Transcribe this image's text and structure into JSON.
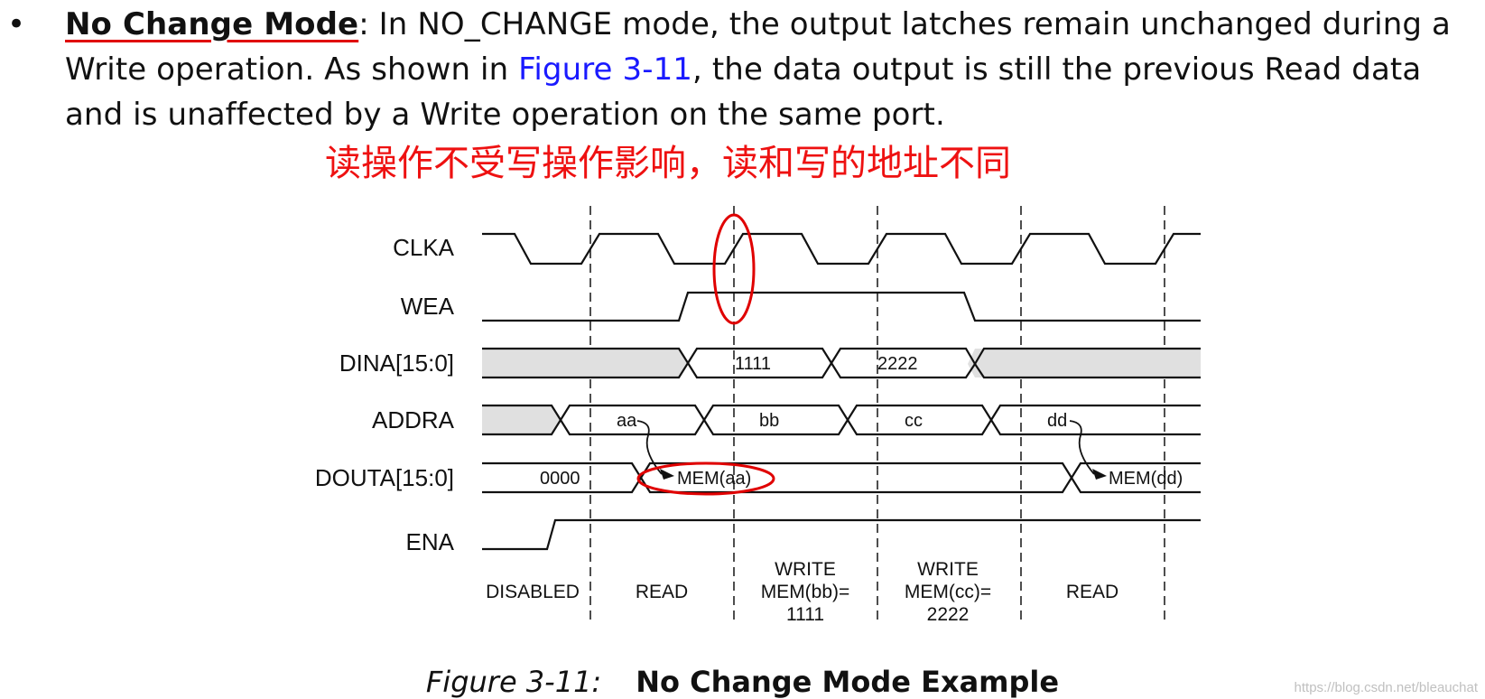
{
  "text": {
    "bullet": "•",
    "term": "No Change Mode",
    "sep": ": In NO_CHANGE mode, the output latches remain unchanged during a Write operation. As shown in ",
    "link": "Figure 3-11",
    "rest": ", the data output is still the previous Read data and is unaffected by a Write operation on the same port."
  },
  "annotation": "读操作不受写操作影响，读和写的地址不同",
  "diagram": {
    "signals": [
      "CLKA",
      "WEA",
      "DINA[15:0]",
      "ADDRA",
      "DOUTA[15:0]",
      "ENA"
    ],
    "dina_values": [
      "1111",
      "2222"
    ],
    "addra_values": [
      "aa",
      "bb",
      "cc",
      "dd"
    ],
    "douta_values": [
      "0000",
      "MEM(aa)",
      "MEM(dd)"
    ],
    "phases": [
      [
        "DISABLED"
      ],
      [
        "READ"
      ],
      [
        "WRITE",
        "MEM(bb)=",
        "1111"
      ],
      [
        "WRITE",
        "MEM(cc)=",
        "2222"
      ],
      [
        "READ"
      ]
    ]
  },
  "caption": {
    "label": "Figure 3-11:",
    "title": "No Change Mode Example"
  },
  "watermark": "https://blog.csdn.net/bleauchat",
  "colors": {
    "annotation": "#ee1111",
    "link": "#1a1aff",
    "shade": "#e0e0e0"
  }
}
